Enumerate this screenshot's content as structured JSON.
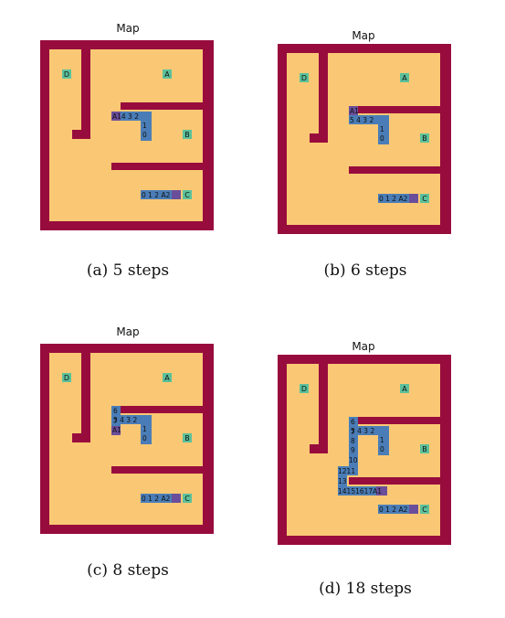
{
  "colors": {
    "floor": "#FAC874",
    "wall": "#980C3D",
    "goal": "#5BC19B",
    "path": "#4A7DB7",
    "agent": "#6A4E9B"
  },
  "panels": [
    {
      "title": "Map",
      "caption": "(a) 5 steps",
      "goals": {
        "D": "D",
        "A": "A",
        "B": "B",
        "C": "C"
      },
      "labels": {
        "r1": "A14 3 2",
        "r2": "1",
        "r3": "0",
        "bottom": "0 1 2 A2"
      }
    },
    {
      "title": "Map",
      "caption": "(b) 6 steps",
      "goals": {
        "D": "D",
        "A": "A",
        "B": "B",
        "C": "C"
      },
      "labels": {
        "r0": "A1",
        "r1": "5 4 3 2",
        "r2": "1",
        "r3": "0",
        "bottom": "0 1 2 A2"
      }
    },
    {
      "title": "Map",
      "caption": "(c) 8 steps",
      "goals": {
        "D": "D",
        "A": "A",
        "B": "B",
        "C": "C"
      },
      "labels": {
        "r0": "6",
        "r1": "5 4 3 2",
        "r1b": "7",
        "r2a": "A1",
        "r2": "1",
        "r3": "0",
        "bottom": "0 1 2 A2"
      }
    },
    {
      "title": "Map",
      "caption": "(d) 18 steps",
      "goals": {
        "D": "D",
        "A": "A",
        "B": "B",
        "C": "C"
      },
      "labels": {
        "r0": "6",
        "r1": "5 4 3 2",
        "r1b": "7",
        "r2a": "8",
        "r2": "1",
        "r3": "0",
        "s9": "9",
        "s10": "10",
        "s11": "1211",
        "s12": "13",
        "s13": "14151617A1",
        "bottom": "0 1 2 A2"
      }
    }
  ]
}
